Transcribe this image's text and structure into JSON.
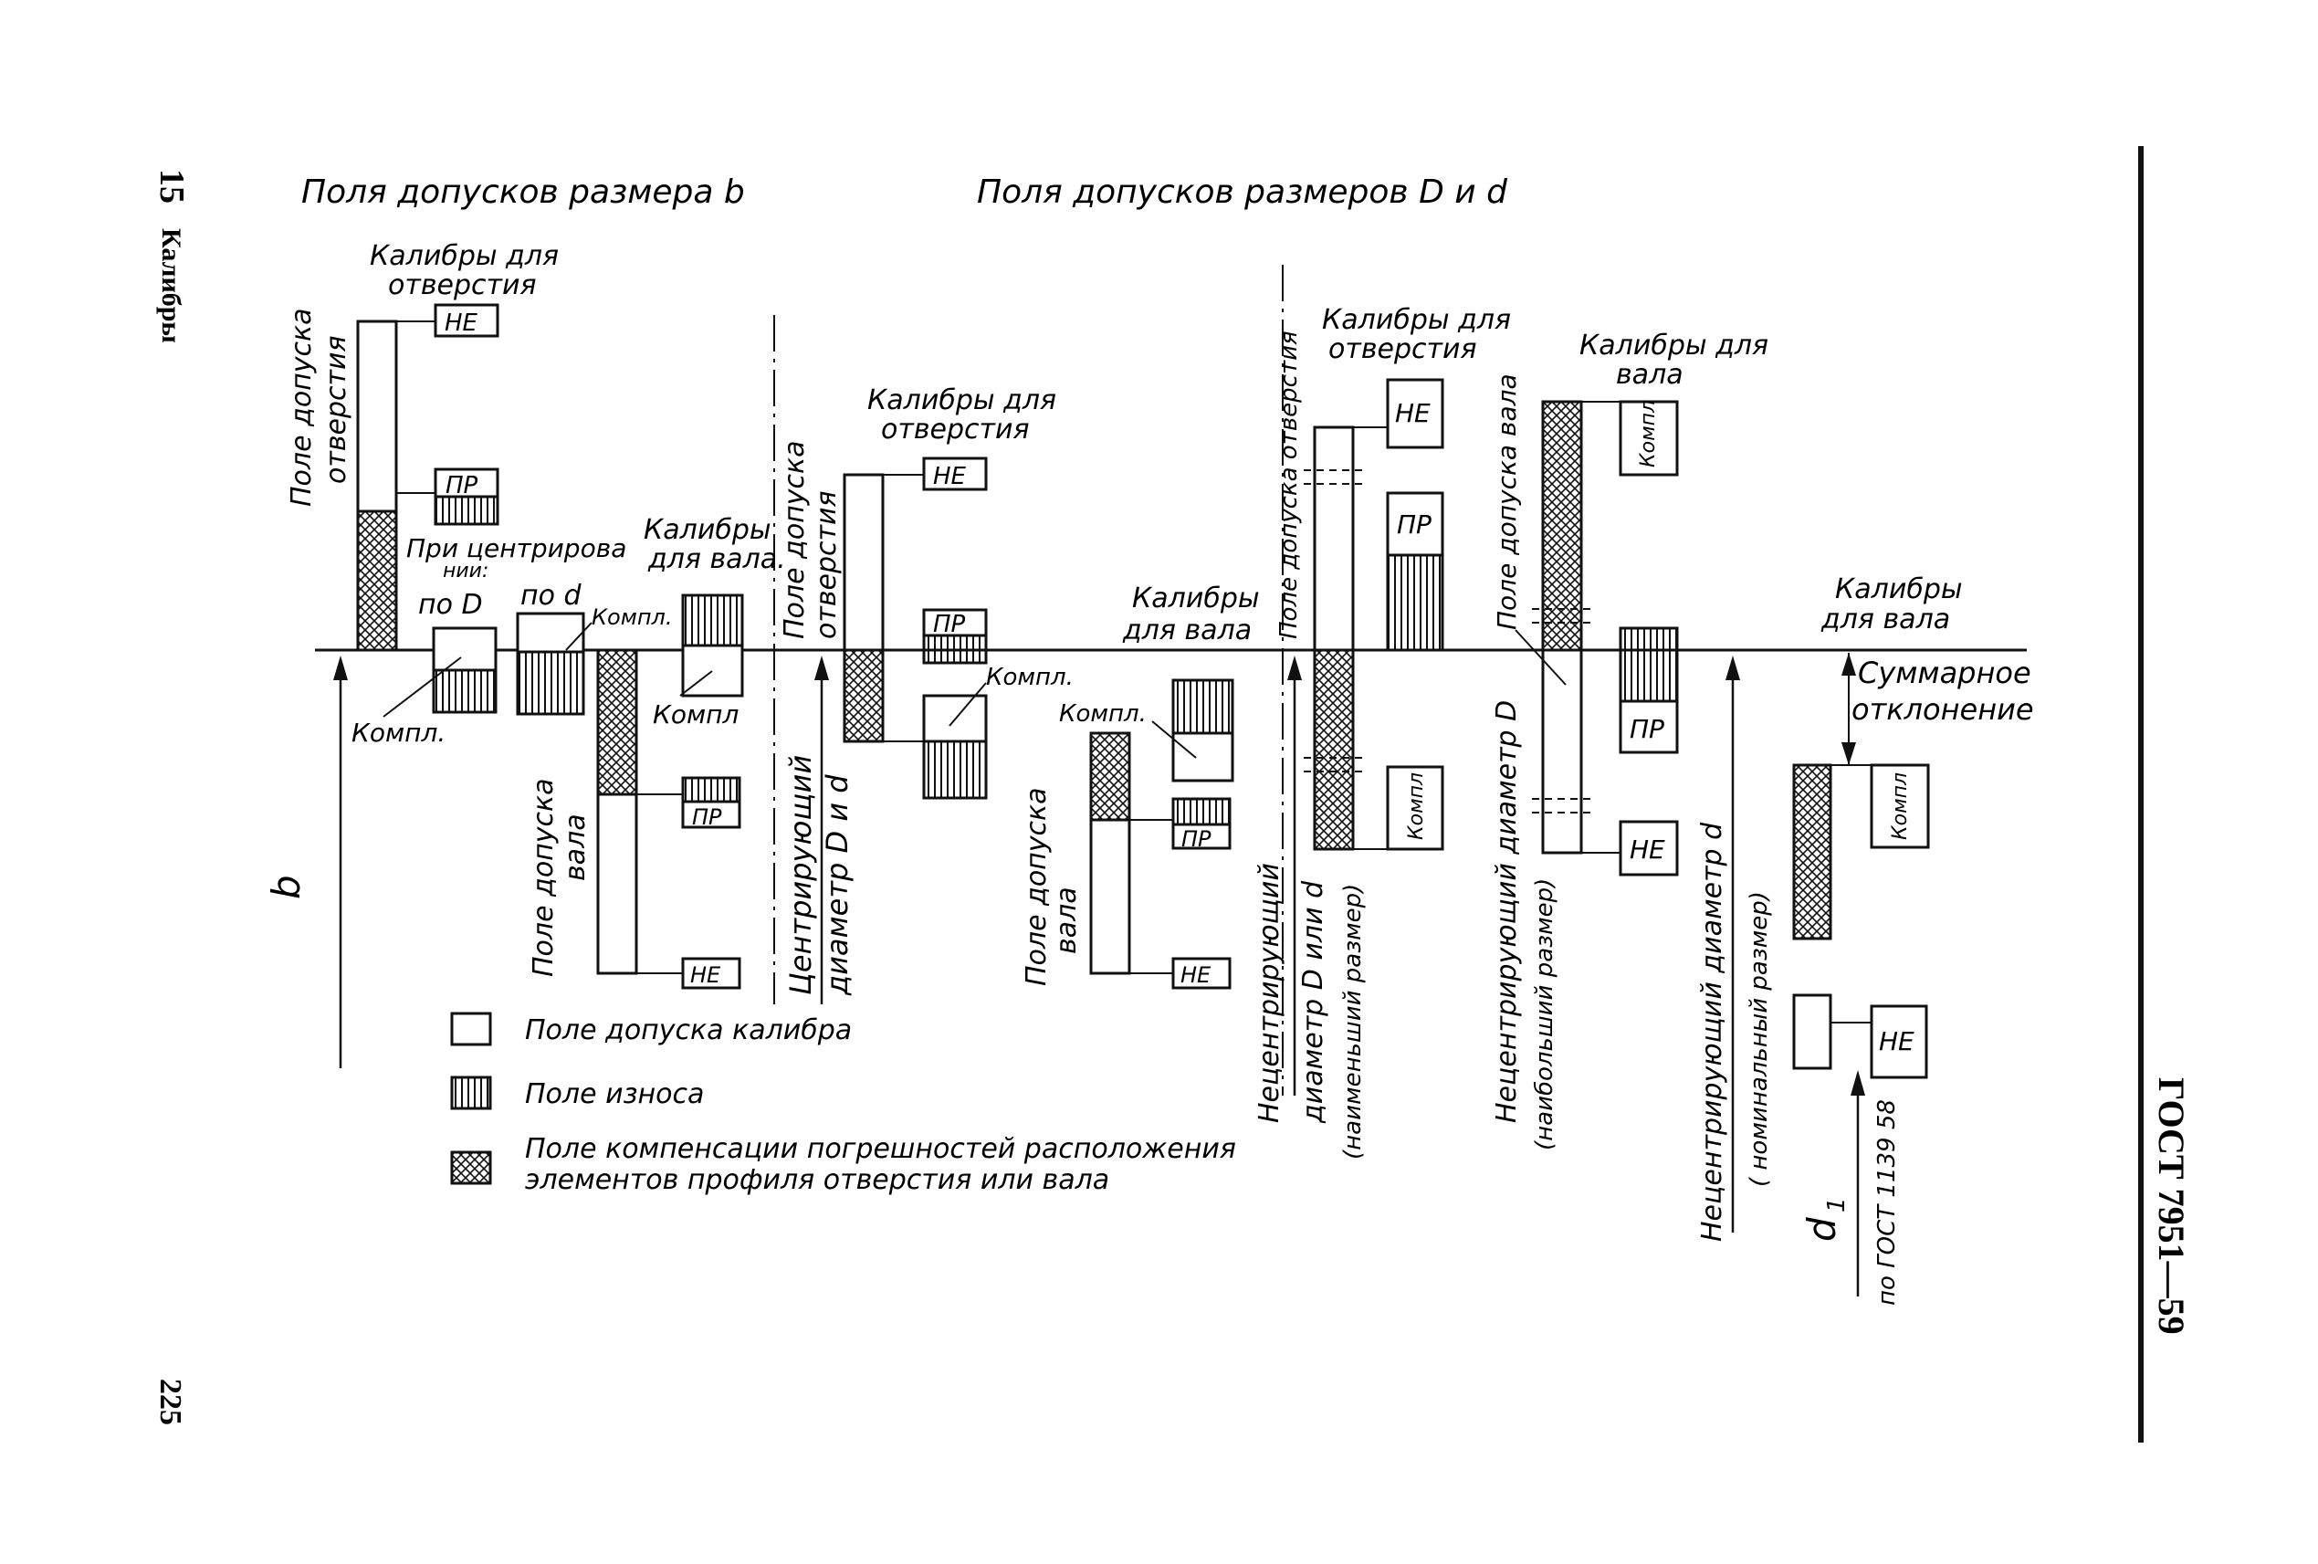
{
  "margin": {
    "page_section": "15",
    "running_title": "Калибры",
    "page_number": "225",
    "standard": "ГОСТ 7951—59"
  },
  "headings": {
    "left": "Поля допусков размера b",
    "right": "Поля допусков размеров D и d"
  },
  "labels": {
    "bore_gauges_1": "Калибры для",
    "bore_gauges_2": "отверстия",
    "shaft_gauges_1": "Калибры",
    "shaft_gauges_2": "для вала.",
    "shaft_gauges_b1": "Калибры",
    "shaft_gauges_b2": "для вала",
    "shaft_gauges_c1": "Калибры для",
    "shaft_gauges_c2": "вала",
    "shaft_gauges_d1": "Калибры",
    "shaft_gauges_d2": "для вала",
    "hole_field_1": "Поле допуска",
    "hole_field_2": "отверстия",
    "shaft_field_1": "Поле допуска",
    "shaft_field_2": "вала",
    "shaft_field_tall": "Поле допуска вала",
    "hole_field_tall": "Поле допуска отверстия",
    "centering_1": "При центрирова",
    "centering_2": "нии:",
    "by_D": "по D",
    "by_d": "по d",
    "compl": "Компл.",
    "compl_short": "Компл",
    "ne": "НЕ",
    "pr": "ПР",
    "b_axis": "b",
    "centering_axis_1": "Центрирующий",
    "centering_axis_2": "диаметр D и d",
    "noncentering_1": "Нецентрирующий",
    "noncentering_2": "диаметр D или d",
    "noncentering_3": "(наименьший размер)",
    "noncentering_D_1": "Нецентрирующий диаметр D",
    "noncentering_D_2": "(наибольший размер)",
    "noncentering_d_1": "Нецентрирующий диаметр d",
    "noncentering_d_2": "( номинальный размер)",
    "total_dev_1": "Суммарное",
    "total_dev_2": "отклонение",
    "d1": "d",
    "d1_sub": "1",
    "gost_ref": "по ГОСТ 1139 58"
  },
  "legend": [
    {
      "key": "plain",
      "text": "Поле допуска калибра"
    },
    {
      "key": "hatch",
      "text": "Поле износа"
    },
    {
      "key": "cross",
      "text": "Поле компенсации погрешностей расположения"
    },
    {
      "key": "cross2",
      "text": "элементов профиля отверстия или вала"
    }
  ]
}
